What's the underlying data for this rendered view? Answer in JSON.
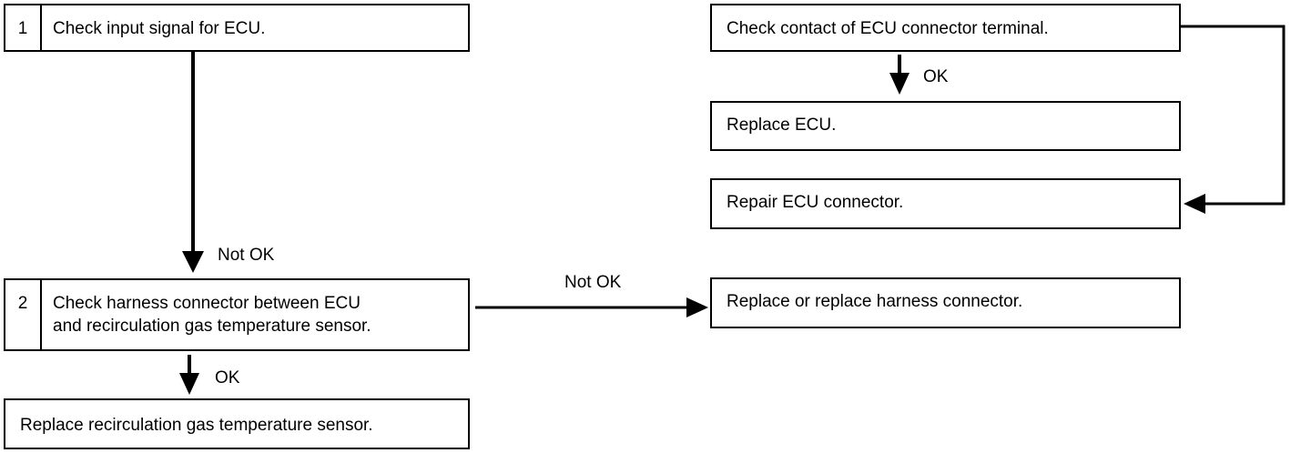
{
  "steps": {
    "step1": {
      "number": "1",
      "text": "Check input signal for ECU."
    },
    "step2": {
      "number": "2",
      "line1": "Check harness connector between ECU",
      "line2": "and recirculation gas temperature sensor."
    },
    "replace_sensor": {
      "text": "Replace recirculation gas temperature sensor."
    },
    "check_contact": {
      "text": "Check contact of ECU connector terminal."
    },
    "replace_ecu": {
      "text": "Replace ECU."
    },
    "repair_connector": {
      "text": "Repair ECU connector."
    },
    "replace_harness": {
      "text": "Replace or replace harness connector."
    }
  },
  "labels": {
    "step1_not_ok": "Not OK",
    "step2_ok": "OK",
    "step2_not_ok": "Not OK",
    "contact_ok": "OK"
  }
}
